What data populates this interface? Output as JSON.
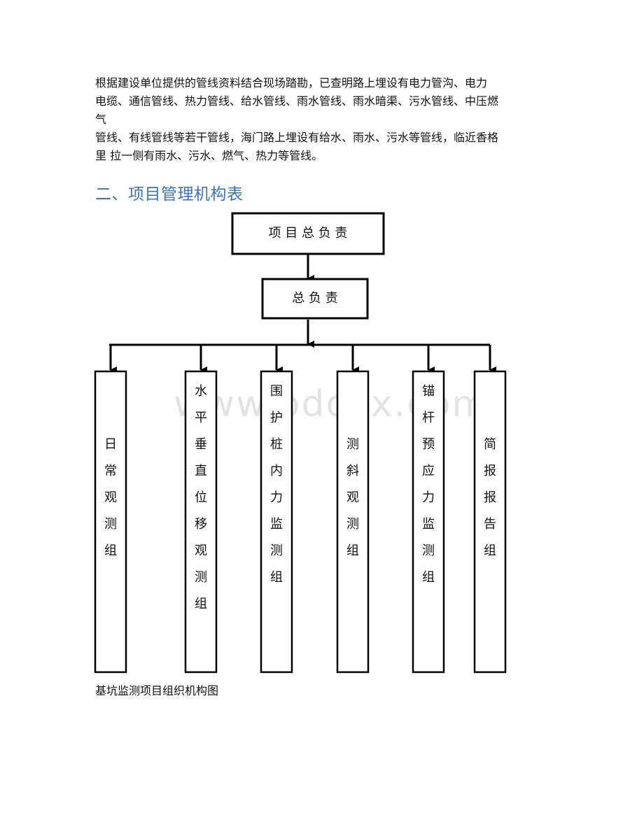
{
  "paragraph": {
    "lines": [
      "根据建设单位提供的管线资料结合现场踏勘，已查明路上埋设有电力管沟、电力",
      "电缆、通信管线、热力管线、给水管线、雨水管线、雨水暗渠、污水管线、中压燃",
      "气",
      "管线、有线管线等若干管线，海门路上埋设有给水、雨水、污水等管线，临近香格",
      "里 拉一侧有雨水、污水、燃气、热力等管线。"
    ]
  },
  "section_heading": "二、项目管理机构表",
  "org_chart": {
    "top": "项 目 总 负 责",
    "middle": "总 负 责",
    "groups": [
      "日常观测组",
      "水平垂直位移观测组",
      "围护桩内力监测组",
      "测斜观测组",
      "锚杆预应力监测组",
      "简报报告组"
    ]
  },
  "caption": "基坑监测项目组织机构图",
  "watermark": "www.bdocx.com"
}
